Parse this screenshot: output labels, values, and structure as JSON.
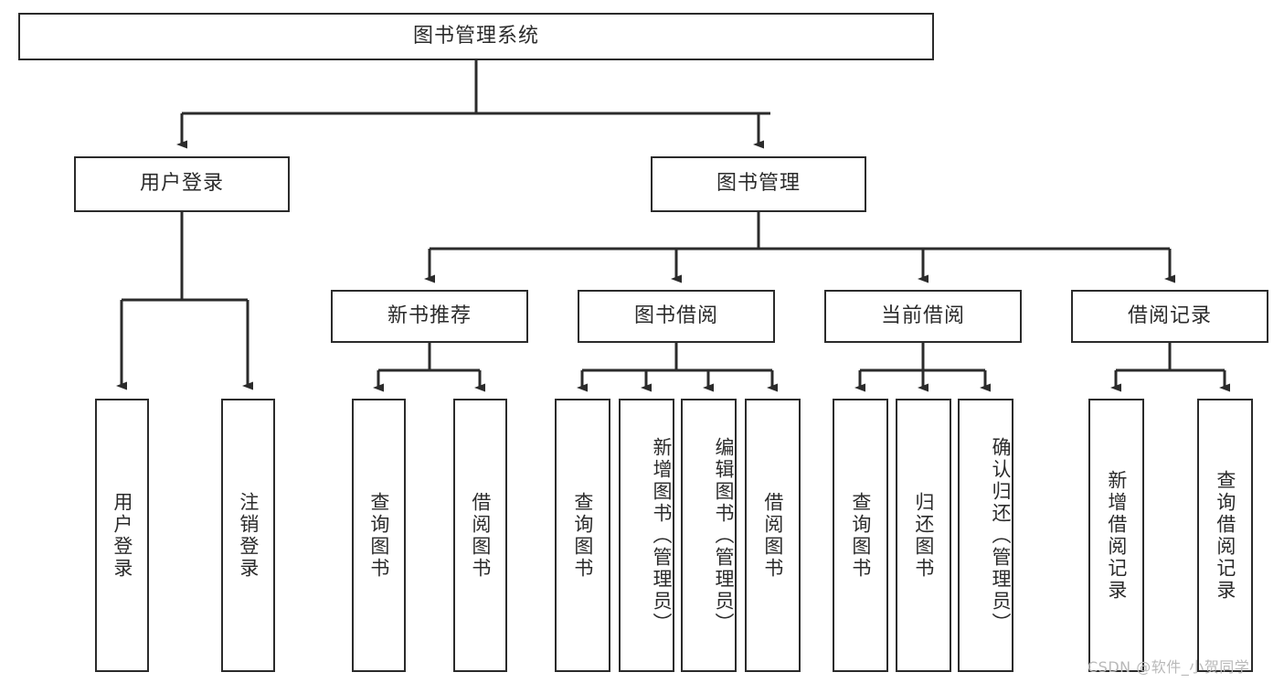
{
  "diagram": {
    "title": "图书管理系统",
    "type": "tree",
    "watermark": "CSDN @软件_小贺同学",
    "colors": {
      "stroke": "#2b2b2b",
      "fill": "#ffffff",
      "watermark": "#b9b9b9"
    },
    "root": {
      "label": "图书管理系统"
    },
    "level2": [
      {
        "label": "用户登录"
      },
      {
        "label": "图书管理"
      }
    ],
    "level3": [
      {
        "label": "新书推荐"
      },
      {
        "label": "图书借阅"
      },
      {
        "label": "当前借阅"
      },
      {
        "label": "借阅记录"
      }
    ],
    "leaves": {
      "user_login": [
        {
          "label": "用户登录"
        },
        {
          "label": "注销登录"
        }
      ],
      "new_book": [
        {
          "label": "查询图书"
        },
        {
          "label": "借阅图书"
        }
      ],
      "book_borrow": [
        {
          "label": "查询图书"
        },
        {
          "label": "新增图书（管理员）"
        },
        {
          "label": "编辑图书（管理员）"
        },
        {
          "label": "借阅图书"
        }
      ],
      "current_borrow": [
        {
          "label": "查询图书"
        },
        {
          "label": "归还图书"
        },
        {
          "label": "确认归还（管理员）"
        }
      ],
      "borrow_record": [
        {
          "label": "新增借阅记录"
        },
        {
          "label": "查询借阅记录"
        }
      ]
    }
  }
}
